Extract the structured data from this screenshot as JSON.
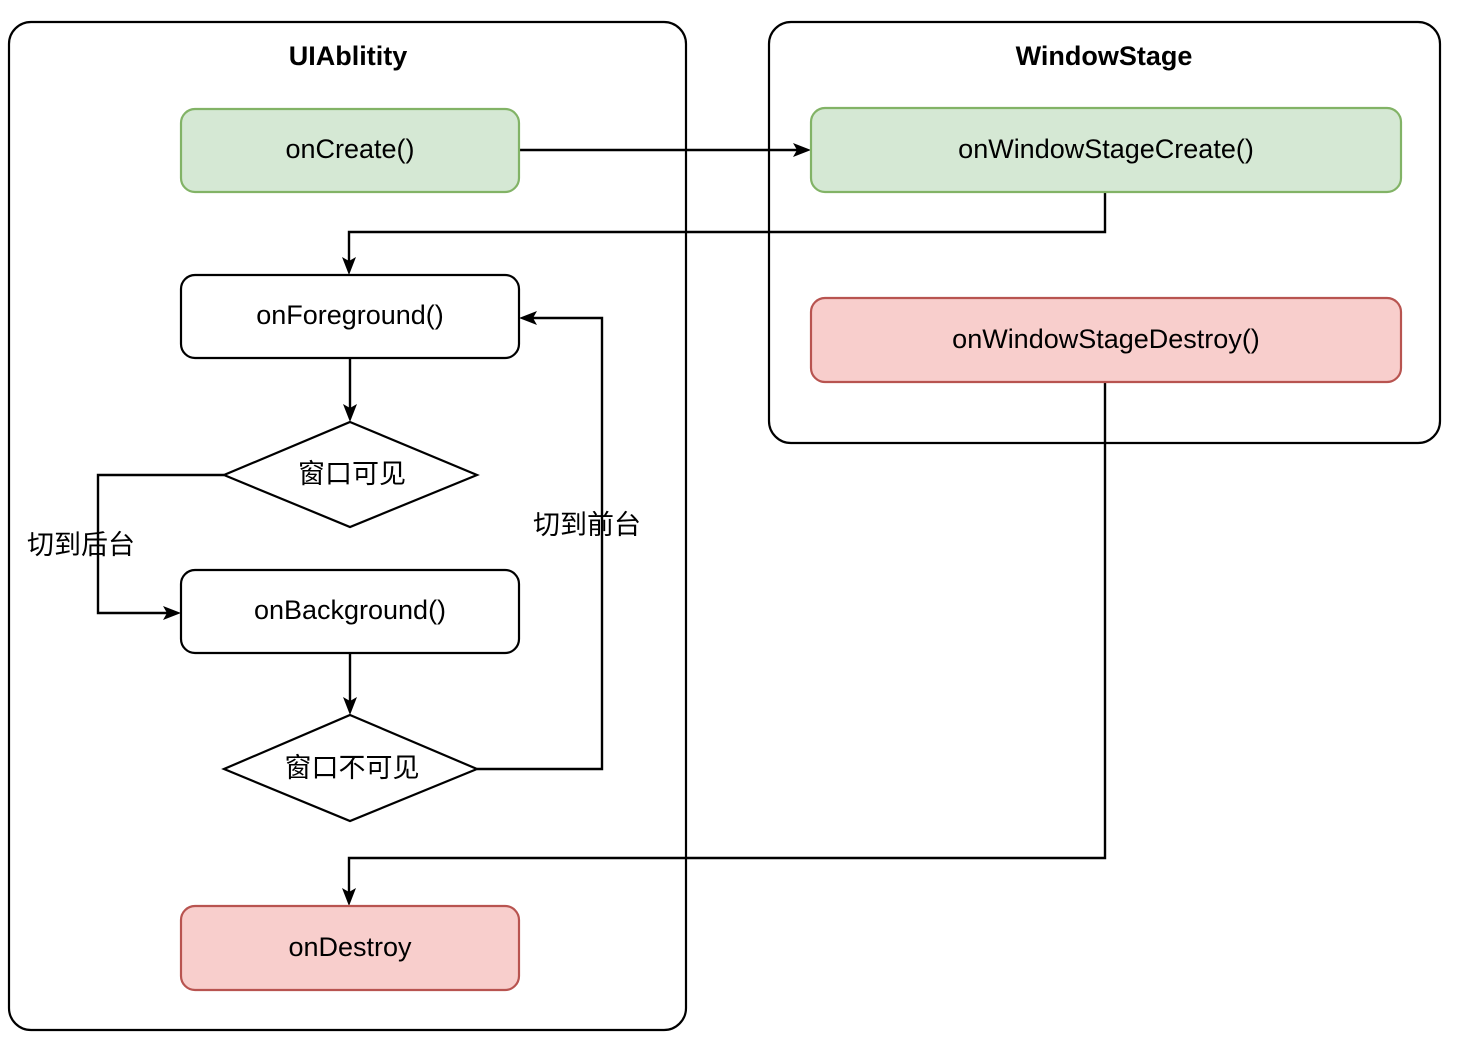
{
  "diagram": {
    "type": "flowchart",
    "title": "UIAblitity lifecycle flowchart",
    "colors": {
      "green_fill": "#d5e8d4",
      "green_stroke": "#82b366",
      "red_fill": "#f8cecc",
      "red_stroke": "#b85450",
      "plain_fill": "#ffffff",
      "stroke": "#000000",
      "background": "#ffffff"
    }
  },
  "panels": [
    {
      "id": "uiability",
      "title": "UIAblitity"
    },
    {
      "id": "windowstage",
      "title": "WindowStage"
    }
  ],
  "nodes": {
    "on_create": {
      "label": "onCreate()",
      "shape": "rounded-rect",
      "style": "green",
      "panel": "uiability"
    },
    "on_foreground": {
      "label": "onForeground()",
      "shape": "rounded-rect",
      "style": "plain",
      "panel": "uiability"
    },
    "decision_visible": {
      "label": "窗口可见",
      "shape": "diamond",
      "style": "plain",
      "panel": "uiability"
    },
    "on_background": {
      "label": "onBackground()",
      "shape": "rounded-rect",
      "style": "plain",
      "panel": "uiability"
    },
    "decision_invisible": {
      "label": "窗口不可见",
      "shape": "diamond",
      "style": "plain",
      "panel": "uiability"
    },
    "on_destroy": {
      "label": "onDestroy",
      "shape": "rounded-rect",
      "style": "red",
      "panel": "uiability"
    },
    "on_window_stage_create": {
      "label": "onWindowStageCreate()",
      "shape": "rounded-rect",
      "style": "green",
      "panel": "windowstage"
    },
    "on_window_stage_destroy": {
      "label": "onWindowStageDestroy()",
      "shape": "rounded-rect",
      "style": "red",
      "panel": "windowstage"
    }
  },
  "edge_labels": {
    "to_background": "切到后台",
    "to_foreground": "切到前台"
  },
  "edges": [
    {
      "from": "on_create",
      "to": "on_window_stage_create",
      "label": ""
    },
    {
      "from": "on_window_stage_create",
      "to": "on_foreground",
      "label": ""
    },
    {
      "from": "on_foreground",
      "to": "decision_visible",
      "label": ""
    },
    {
      "from": "decision_visible",
      "to": "on_background",
      "label": "切到后台"
    },
    {
      "from": "on_background",
      "to": "decision_invisible",
      "label": ""
    },
    {
      "from": "decision_invisible",
      "to": "on_foreground",
      "label": "切到前台"
    },
    {
      "from": "on_window_stage_destroy",
      "to": "on_destroy",
      "label": ""
    }
  ]
}
